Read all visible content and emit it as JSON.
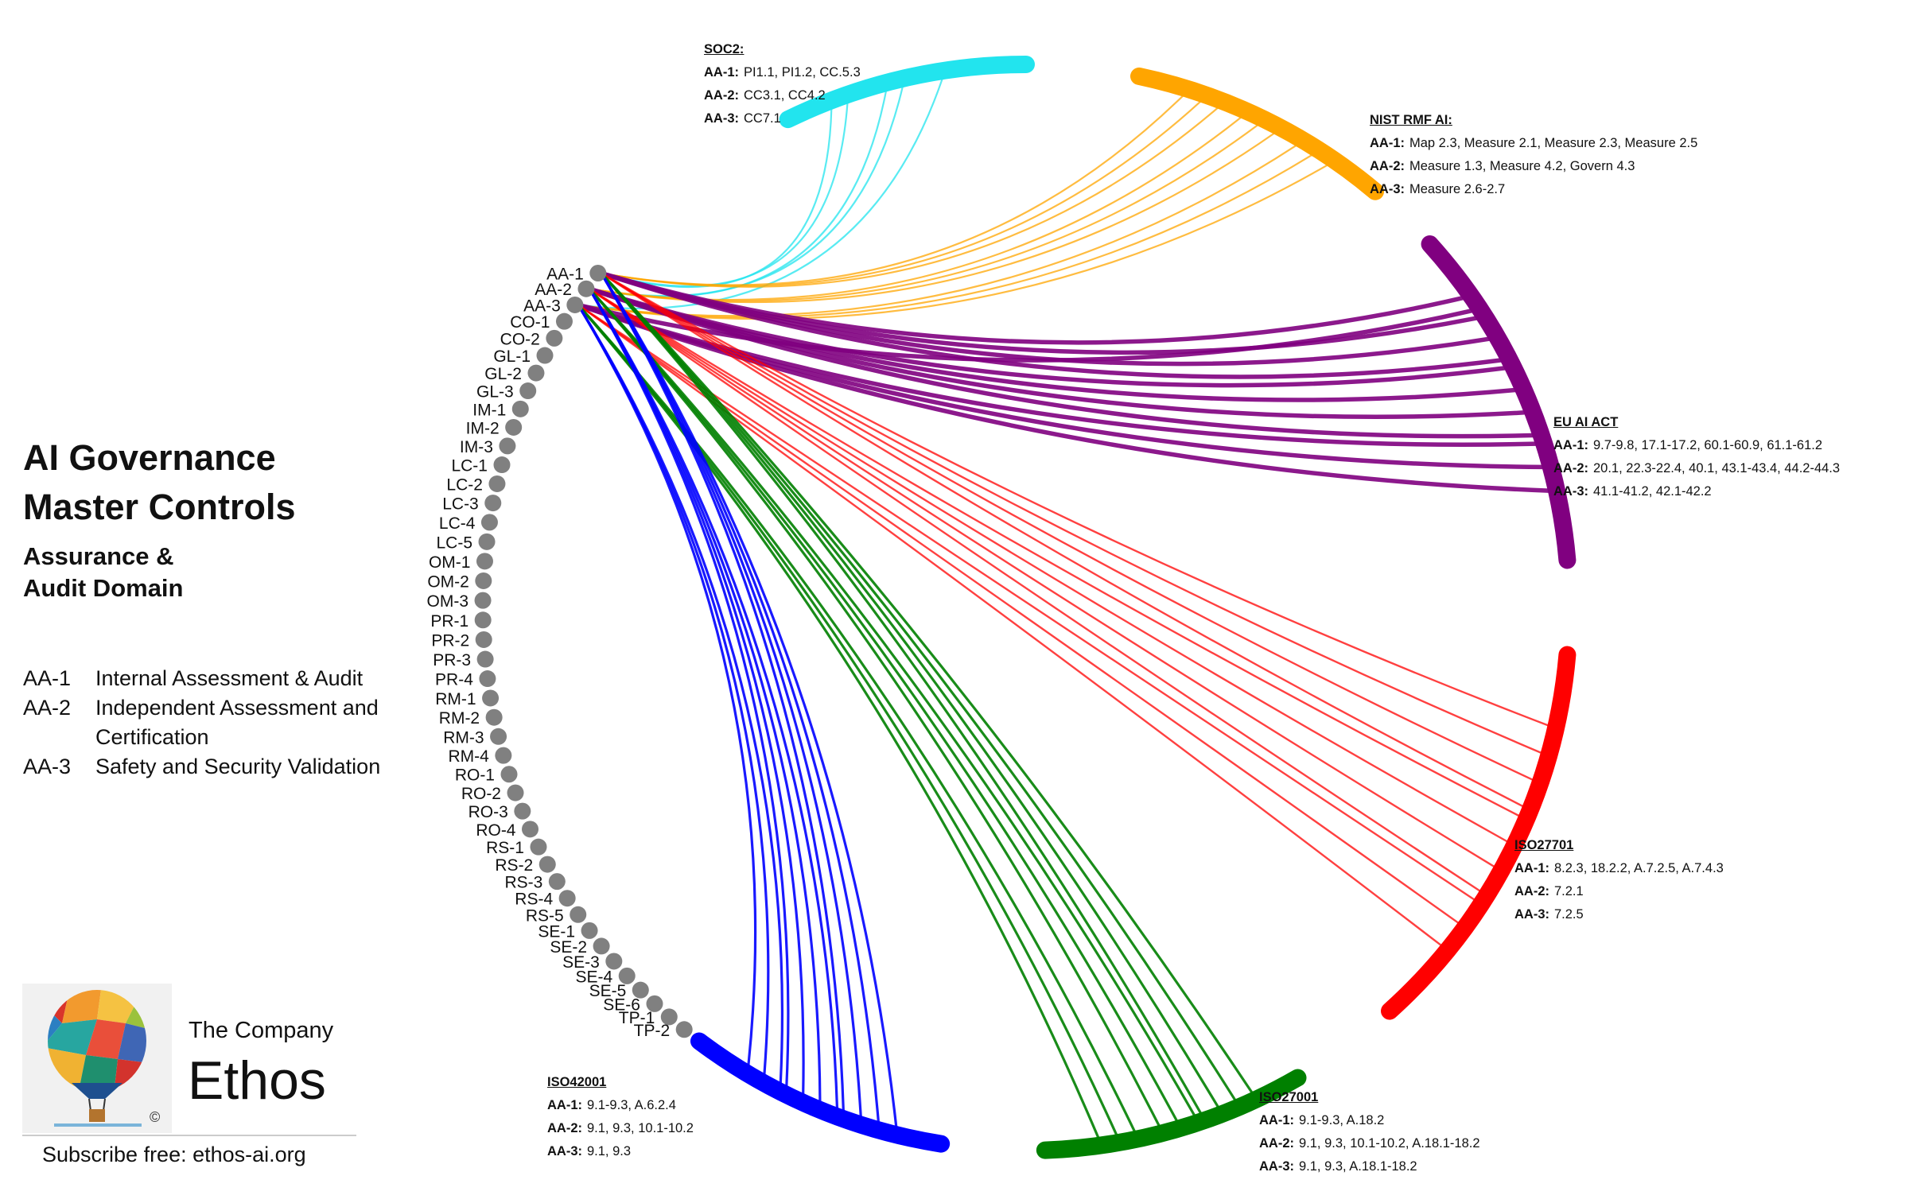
{
  "title_lines": [
    "AI Governance",
    "Master Controls"
  ],
  "subtitle_lines": [
    "Assurance &",
    "Audit Domain"
  ],
  "controls": [
    {
      "code": "AA-1",
      "name": "Internal Assessment & Audit"
    },
    {
      "code": "AA-2",
      "name": "Independent Assessment and Certification"
    },
    {
      "code": "AA-3",
      "name": "Safety and Security Validation"
    }
  ],
  "company": {
    "small": "The Company",
    "big": "Ethos",
    "copyright": "©"
  },
  "subscribe": "Subscribe free: ethos-ai.org",
  "node_labels": [
    "AA-1",
    "AA-2",
    "AA-3",
    "CO-1",
    "CO-2",
    "GL-1",
    "GL-2",
    "GL-3",
    "IM-1",
    "IM-2",
    "IM-3",
    "LC-1",
    "LC-2",
    "LC-3",
    "LC-4",
    "LC-5",
    "OM-1",
    "OM-2",
    "OM-3",
    "PR-1",
    "PR-2",
    "PR-3",
    "PR-4",
    "RM-1",
    "RM-2",
    "RM-3",
    "RM-4",
    "RO-1",
    "RO-2",
    "RO-3",
    "RO-4",
    "RS-1",
    "RS-2",
    "RS-3",
    "RS-4",
    "RS-5",
    "SE-1",
    "SE-2",
    "SE-3",
    "SE-4",
    "SE-5",
    "SE-6",
    "TP-1",
    "TP-2"
  ],
  "node_color": "#808080",
  "frameworks": [
    {
      "key": "soc2",
      "name": "SOC2:",
      "color": "#22E4EE",
      "rows": [
        {
          "code": "AA-1:",
          "refs": "PI1.1,  PI1.2,  CC.5.3"
        },
        {
          "code": "AA-2:",
          "refs": "CC3.1,  CC4.2"
        },
        {
          "code": "AA-3:",
          "refs": "CC7.1"
        }
      ]
    },
    {
      "key": "nist",
      "name": "NIST RMF AI:",
      "color": "#FFA500",
      "rows": [
        {
          "code": "AA-1:",
          "refs": "Map 2.3,  Measure 2.1, Measure 2.3, Measure 2.5"
        },
        {
          "code": "AA-2:",
          "refs": "Measure 1.3, Measure 4.2, Govern 4.3"
        },
        {
          "code": "AA-3:",
          "refs": "Measure 2.6-2.7"
        }
      ]
    },
    {
      "key": "euai",
      "name": "EU AI ACT",
      "color": "#800080",
      "rows": [
        {
          "code": "AA-1:",
          "refs": "9.7-9.8, 17.1-17.2, 60.1-60.9, 61.1-61.2"
        },
        {
          "code": "AA-2:",
          "refs": "20.1, 22.3-22.4, 40.1, 43.1-43.4, 44.2-44.3"
        },
        {
          "code": "AA-3:",
          "refs": "41.1-41.2, 42.1-42.2"
        }
      ]
    },
    {
      "key": "iso27701",
      "name": "ISO27701",
      "color": "#FF0000",
      "rows": [
        {
          "code": "AA-1:",
          "refs": "8.2.3,  18.2.2, A.7.2.5, A.7.4.3"
        },
        {
          "code": "AA-2:",
          "refs": "7.2.1"
        },
        {
          "code": "AA-3:",
          "refs": "7.2.5"
        }
      ]
    },
    {
      "key": "iso27001",
      "name": "ISO27001",
      "color": "#008000",
      "rows": [
        {
          "code": "AA-1:",
          "refs": "9.1-9.3, A.18.2"
        },
        {
          "code": "AA-2:",
          "refs": "9.1, 9.3, 10.1-10.2, A.18.1-18.2"
        },
        {
          "code": "AA-3:",
          "refs": "9.1, 9.3, A.18.1-18.2"
        }
      ]
    },
    {
      "key": "iso42001",
      "name": "ISO42001",
      "color": "#0000FF",
      "rows": [
        {
          "code": "AA-1:",
          "refs": "9.1-9.3,  A.6.2.4"
        },
        {
          "code": "AA-2:",
          "refs": "9.1,  9.3, 10.1-10.2"
        },
        {
          "code": "AA-3:",
          "refs": "9.1,  9.3"
        }
      ]
    }
  ]
}
